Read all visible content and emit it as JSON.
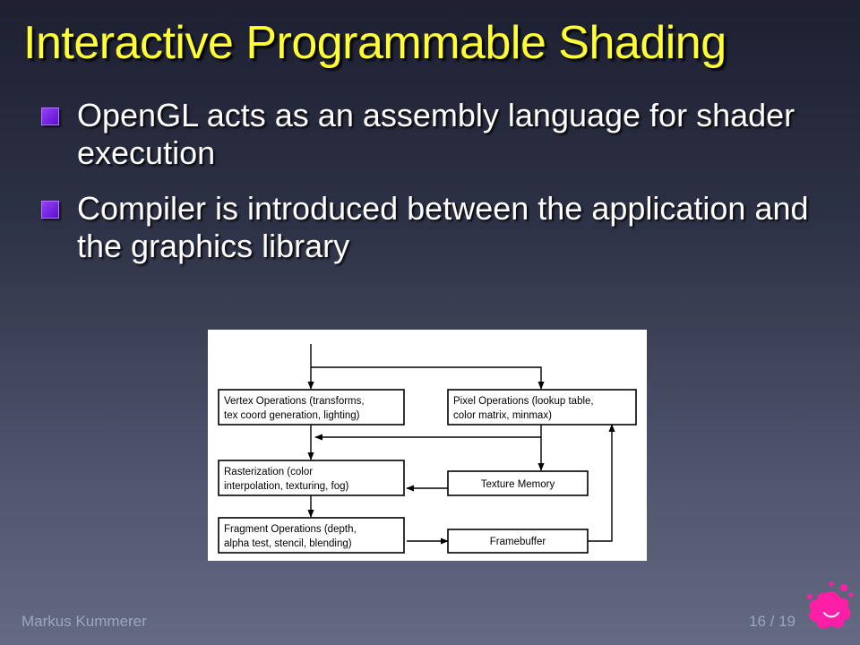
{
  "slide": {
    "title": "Interactive Programmable Shading",
    "bullets": [
      {
        "text": "OpenGL acts as an assembly language for shader execution"
      },
      {
        "text": "Compiler is introduced between the application and the graphics library"
      }
    ]
  },
  "diagram": {
    "boxes": {
      "vertex": {
        "line1": "Vertex Operations (transforms,",
        "line2": "tex coord  generation, lighting)"
      },
      "pixel": {
        "line1": "Pixel Operations (lookup table,",
        "line2": " color matrix, minmax)"
      },
      "raster": {
        "line1": "Rasterization (color",
        "line2": "interpolation, texturing, fog)"
      },
      "texture": {
        "line1": "Texture Memory"
      },
      "fragment": {
        "line1": "Fragment Operations (depth,",
        "line2": "alpha test, stencil, blending)"
      },
      "framebuffer": {
        "line1": "Framebuffer"
      }
    }
  },
  "footer": {
    "author": "Markus Kummerer",
    "page": "16 / 19"
  },
  "colors": {
    "title": "#ffff33",
    "bullet_marker": "#7a28e6",
    "splash": "#ff1fa6"
  }
}
